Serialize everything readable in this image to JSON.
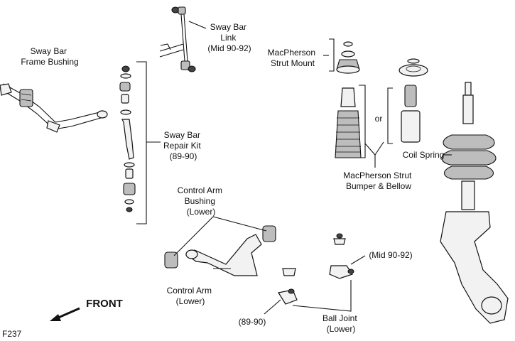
{
  "figure_id": "F237",
  "labels": {
    "sway_bar_link": [
      "Sway Bar",
      "Link",
      "(Mid 90-92)"
    ],
    "sway_bar_frame_bushing": [
      "Sway Bar",
      "Frame Bushing"
    ],
    "macpherson_strut_mount": [
      "MacPherson",
      "Strut Mount"
    ],
    "or": "or",
    "sway_bar_repair_kit": [
      "Sway Bar",
      "Repair Kit",
      "(89-90)"
    ],
    "coil_spring": "Coil Spring",
    "macpherson_bumper_bellow": [
      "MacPherson Strut",
      "Bumper & Bellow"
    ],
    "control_arm_bushing": [
      "Control Arm",
      "Bushing",
      "(Lower)"
    ],
    "ball_joint_mid": "(Mid 90-92)",
    "control_arm_lower": [
      "Control Arm",
      "(Lower)"
    ],
    "front": "FRONT",
    "ball_joint_89": "(89-90)",
    "ball_joint_lower": [
      "Ball Joint",
      "(Lower)"
    ]
  }
}
